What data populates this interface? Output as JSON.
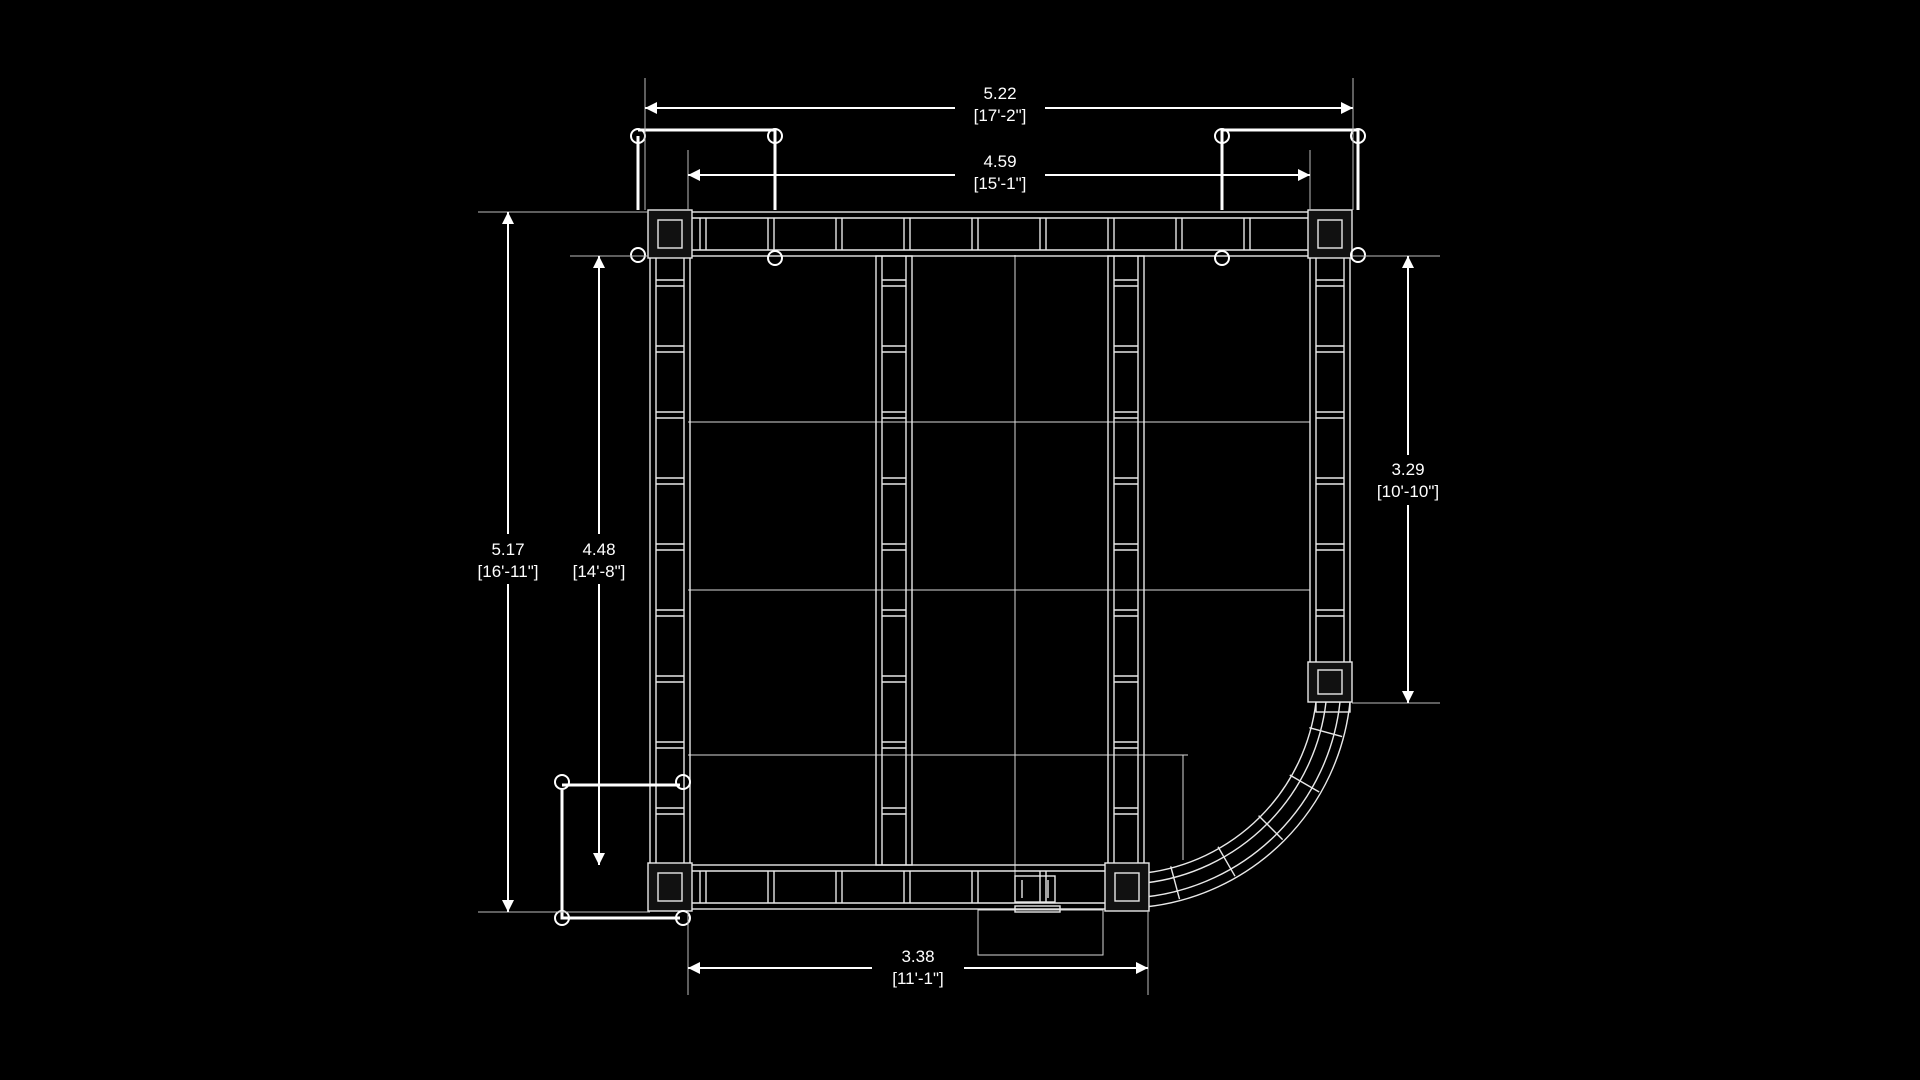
{
  "colors": {
    "background": "#000000",
    "lines": "#ffffff"
  },
  "dimensions": {
    "overall_width": {
      "metric": "5.22",
      "imperial": "[17'-2\"]"
    },
    "inner_width": {
      "metric": "4.59",
      "imperial": "[15'-1\"]"
    },
    "overall_depth": {
      "metric": "5.17",
      "imperial": "[16'-11\"]"
    },
    "inner_depth": {
      "metric": "4.48",
      "imperial": "[14'-8\"]"
    },
    "right_span": {
      "metric": "3.29",
      "imperial": "[10'-10\"]"
    },
    "bottom_span": {
      "metric": "3.38",
      "imperial": "[11'-1\"]"
    }
  }
}
